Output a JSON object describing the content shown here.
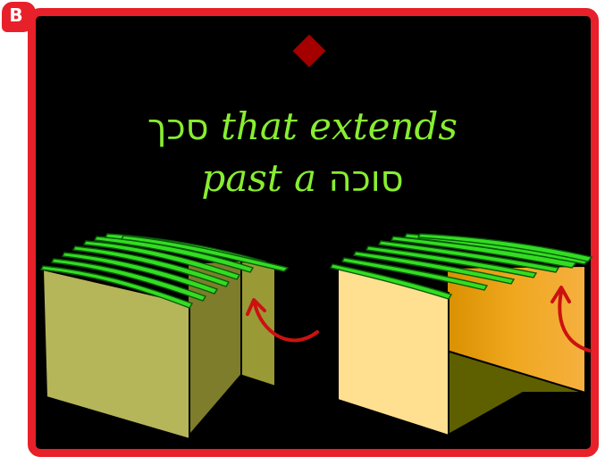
{
  "panel": {
    "badge_label": "B",
    "title_line1_hebrew": "סכך",
    "title_line1_text": "that extends",
    "title_line2_text": "past a",
    "title_line2_hebrew": "סוכה"
  },
  "colors": {
    "frame": "#e8202a",
    "background": "#000000",
    "diamond": "#a40000",
    "title": "#88ee30",
    "schach": "#33dd22",
    "left_sukkah": "#b5b55a",
    "right_sukkah": "#ffdf90",
    "arrow": "#cc1111"
  },
  "icons": [
    "diamond-icon",
    "curved-arrow-icon"
  ]
}
